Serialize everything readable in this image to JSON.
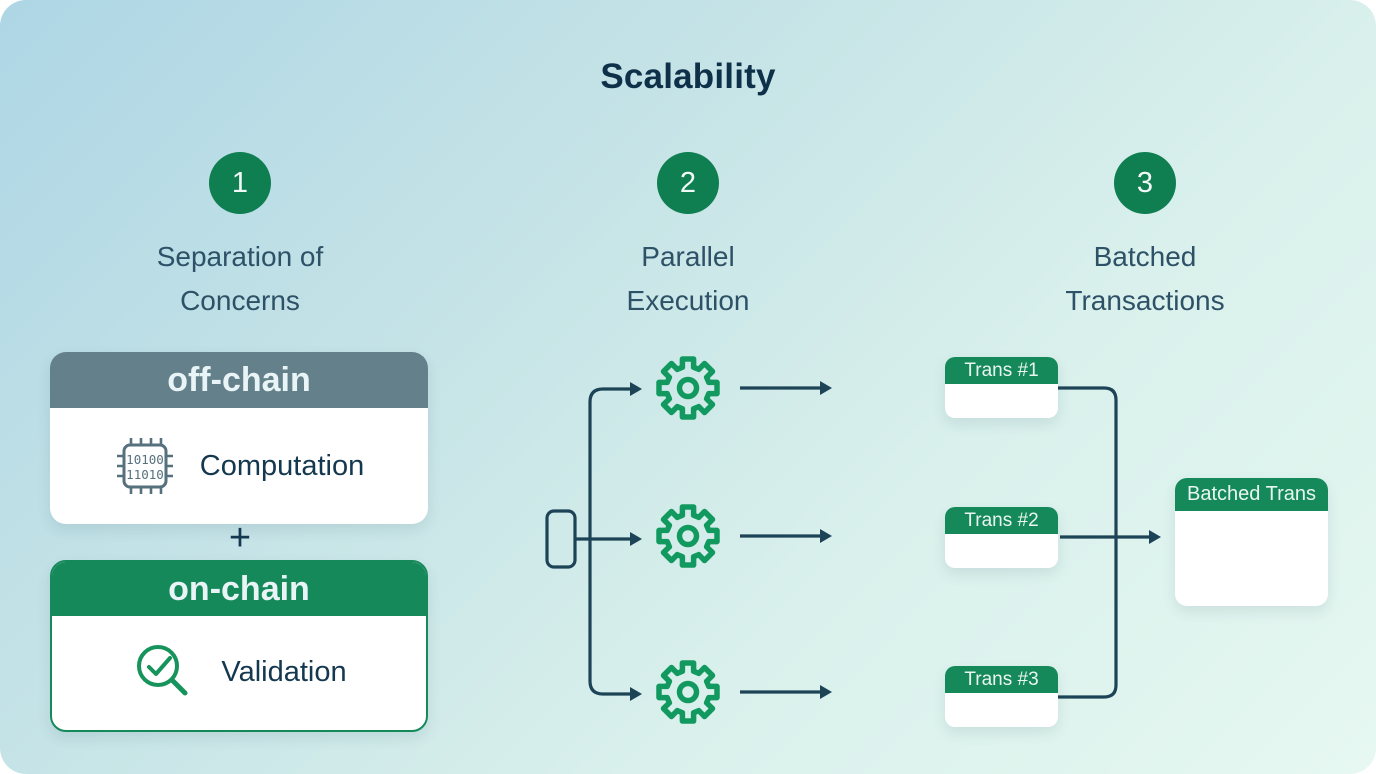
{
  "title": "Scalability",
  "steps": [
    {
      "number": "1",
      "label": [
        "Separation of",
        "Concerns"
      ]
    },
    {
      "number": "2",
      "label": [
        "Parallel",
        "Execution"
      ]
    },
    {
      "number": "3",
      "label": [
        "Batched",
        "Transactions"
      ]
    }
  ],
  "separation_diagram": {
    "off_chain_card": {
      "header": "off-chain",
      "label": "Computation",
      "chip_icon_lines": [
        "10100",
        "11010"
      ]
    },
    "plus_sign": "+",
    "on_chain_card": {
      "header": "on-chain",
      "label": "Validation"
    }
  },
  "batching_diagram": {
    "transaction_cards": [
      {
        "label": "Trans #1"
      },
      {
        "label": "Trans #2"
      },
      {
        "label": "Trans #3"
      }
    ],
    "batched_card": {
      "label": "Batched Trans"
    }
  },
  "colors": {
    "accent_green": "#15895a",
    "circle_green": "#0f7e51",
    "gear_green": "#12995f",
    "slate_gray_header": "#63808b",
    "title_navy": "#0e3048",
    "label_slate": "#2d5166",
    "connector_navy": "#1d4456",
    "background_blue": "#aed6e5",
    "background_mint": "#e6f8f1"
  }
}
